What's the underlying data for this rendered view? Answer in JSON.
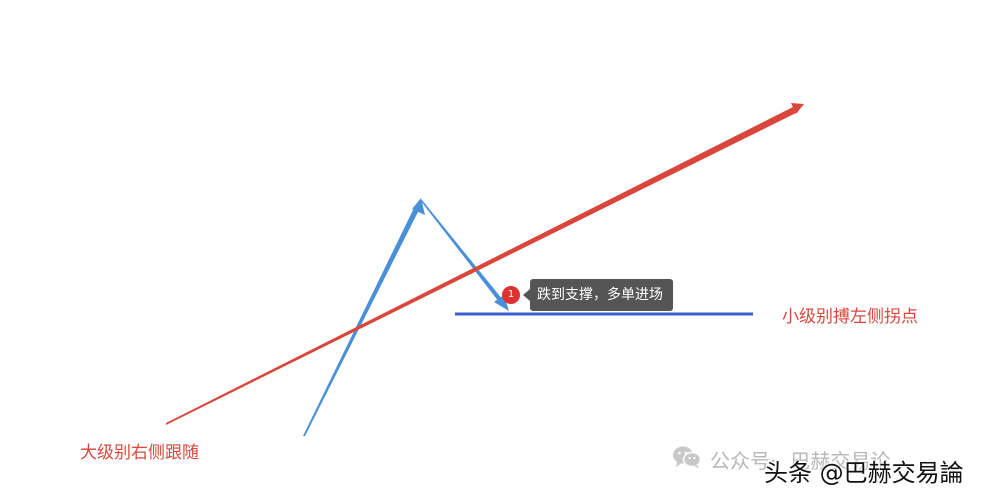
{
  "labels": {
    "big_level": "大级别右侧跟随",
    "small_level": "小级别搏左侧拐点"
  },
  "note": {
    "badge": "1",
    "text": "跌到支撑，多单进场"
  },
  "watermark": {
    "icon": "wechat-icon",
    "prefix": "公众号·",
    "name": "巴赫交易论"
  },
  "credit": "头条 @巴赫交易論",
  "colors": {
    "trend_arrow": "#d9473c",
    "swing_arrow": "#4a90d9",
    "support_line": "#3a5fc8",
    "label_text": "#d9473c",
    "note_bg": "#555555",
    "badge": "#e03131",
    "watermark": "#b8b8b8"
  }
}
